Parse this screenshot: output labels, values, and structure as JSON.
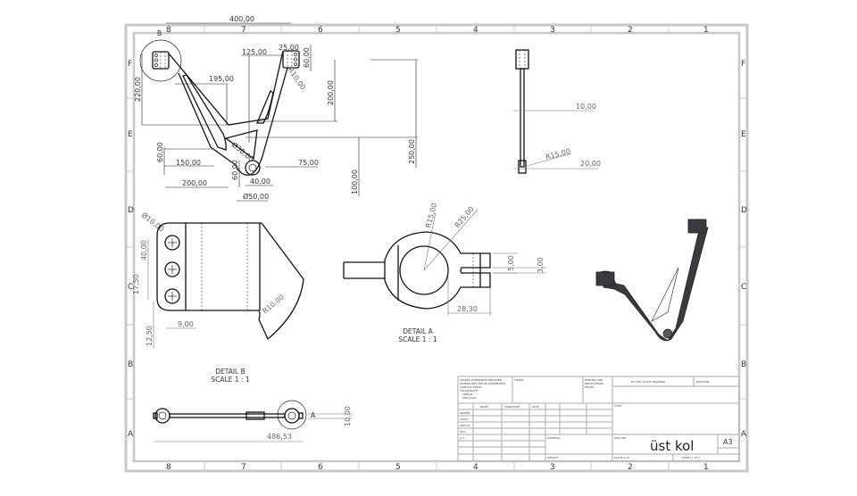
{
  "sheet": {
    "zone_columns": [
      "8",
      "7",
      "6",
      "5",
      "4",
      "3",
      "2",
      "1"
    ],
    "zone_rows": [
      "F",
      "E",
      "D",
      "C",
      "B",
      "A"
    ],
    "size": "A3",
    "part_title": "üst kol"
  },
  "front_view": {
    "dimensions": {
      "overall_width": "400,00",
      "height_left": "220,00",
      "d125": "125,00",
      "d25": "25,00",
      "d60_right": "60,00",
      "r10": "R10,00",
      "d195": "195,00",
      "d200_vert": "200,00",
      "d250": "250,00",
      "d60_left": "60,00",
      "d150": "150,00",
      "d30": "Ø30,00",
      "d75": "75,00",
      "d60_low": "60,00",
      "d100": "100,00",
      "d200_horiz": "200,00",
      "d40": "40,00",
      "d50": "Ø50,00"
    },
    "detail_marker": "B"
  },
  "side_view": {
    "dimensions": {
      "d10": "10,00",
      "r15": "R15,00",
      "d20": "20,00"
    }
  },
  "detail_b": {
    "label": "DETAIL B",
    "scale": "SCALE 1 : 1",
    "dimensions": {
      "dia10": "Ø10,00",
      "d40": "40,00",
      "d17": "17,50",
      "d12": "12,50",
      "d9": "9,00",
      "r10": "R10,00"
    }
  },
  "detail_a": {
    "label": "DETAIL A",
    "scale": "SCALE 1 : 1",
    "dimensions": {
      "r15": "R15,00",
      "r25": "R25,00",
      "d5": "5,00",
      "d3": "3,00",
      "d28": "28,30"
    }
  },
  "bottom_view": {
    "dimensions": {
      "length": "486,53",
      "d10": "10,00"
    },
    "detail_marker": "A"
  },
  "title_block": {
    "notes": [
      "UNLESS OTHERWISE SPECIFIED:",
      "DIMENSIONS ARE IN MILLIMETERS",
      "SURFACE FINISH:",
      "TOLERANCES:",
      "LINEAR:",
      "ANGULAR:"
    ],
    "finish": "FINISH:",
    "deburr": [
      "DEBURR AND",
      "BREAK SHARP",
      "EDGES"
    ],
    "do_not_scale": "DO NOT SCALE DRAWING",
    "revision": "REVISION",
    "col_headers": [
      "NAME",
      "SIGNATURE",
      "DATE"
    ],
    "row_labels": [
      "DRAWN",
      "CHK'D",
      "APPV'D",
      "MFG",
      "Q.A"
    ],
    "material": "MATERIAL:",
    "weight": "WEIGHT:",
    "title_label": "TITLE:",
    "dwg_no": "DWG NO.",
    "scale": "SCALE:1:10",
    "sheet": "SHEET 1 OF 1"
  }
}
